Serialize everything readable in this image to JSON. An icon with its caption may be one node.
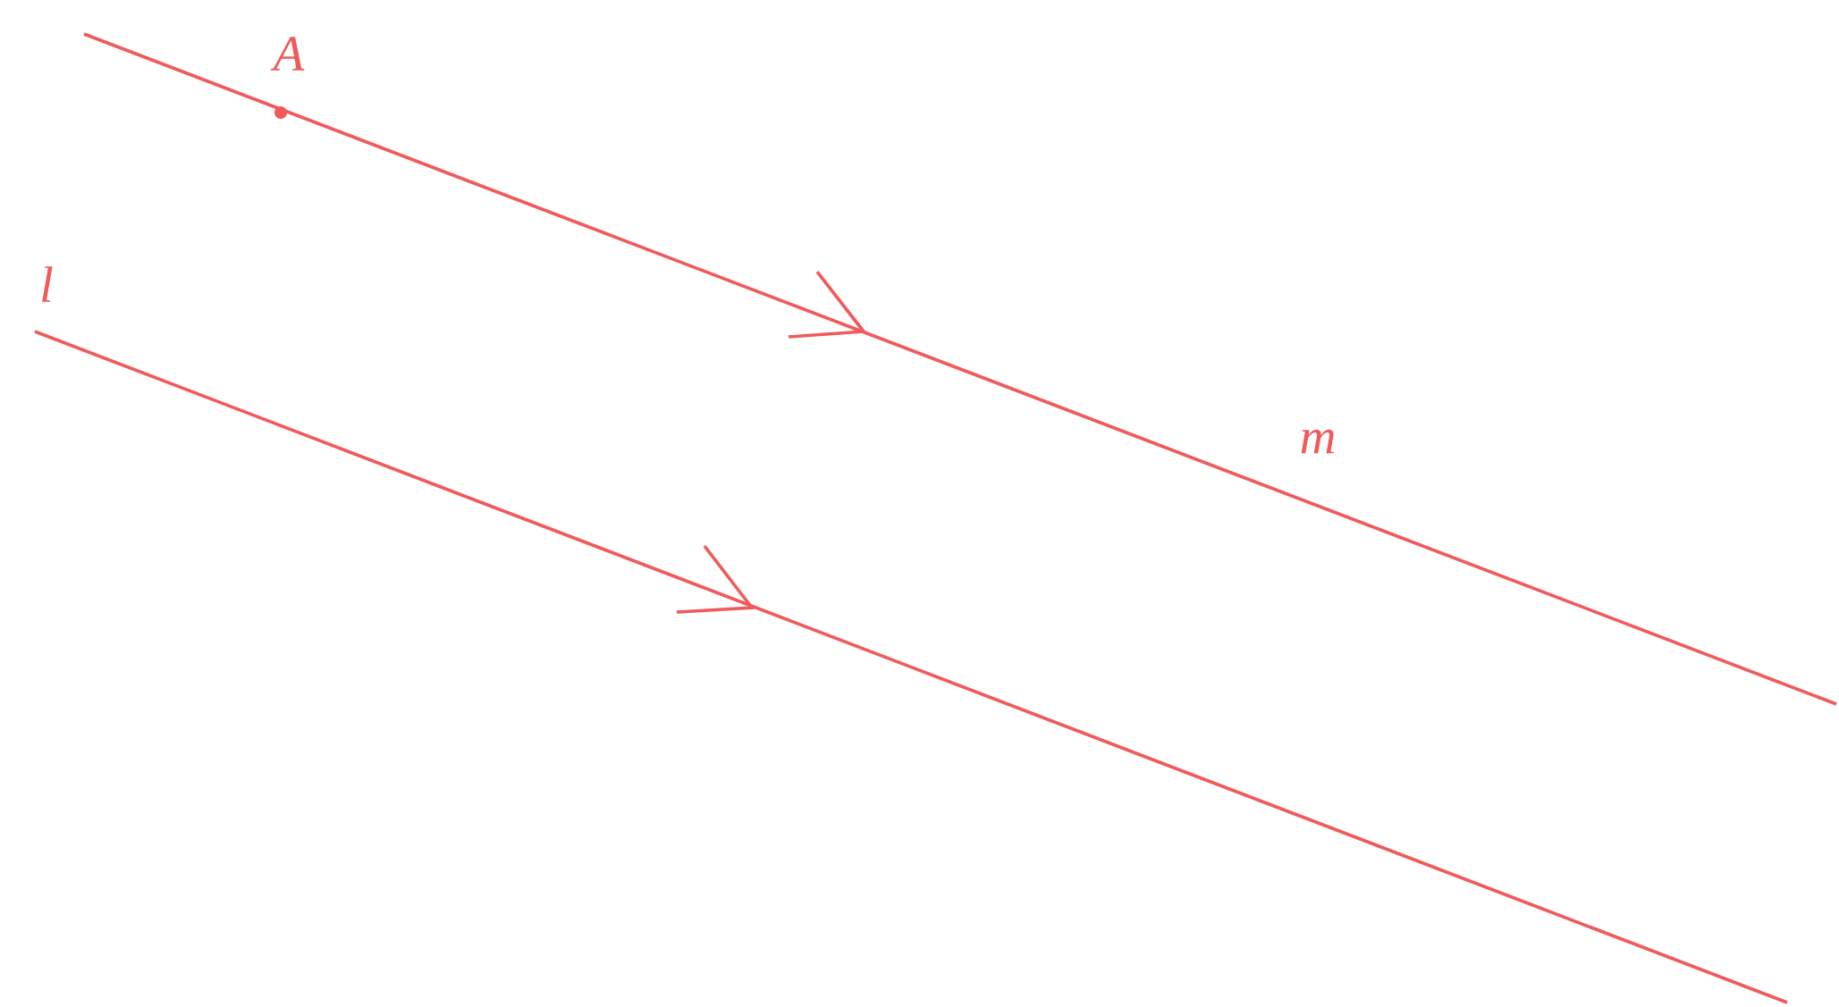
{
  "diagram": {
    "labels": [
      "A",
      "l",
      "m"
    ]
  }
}
